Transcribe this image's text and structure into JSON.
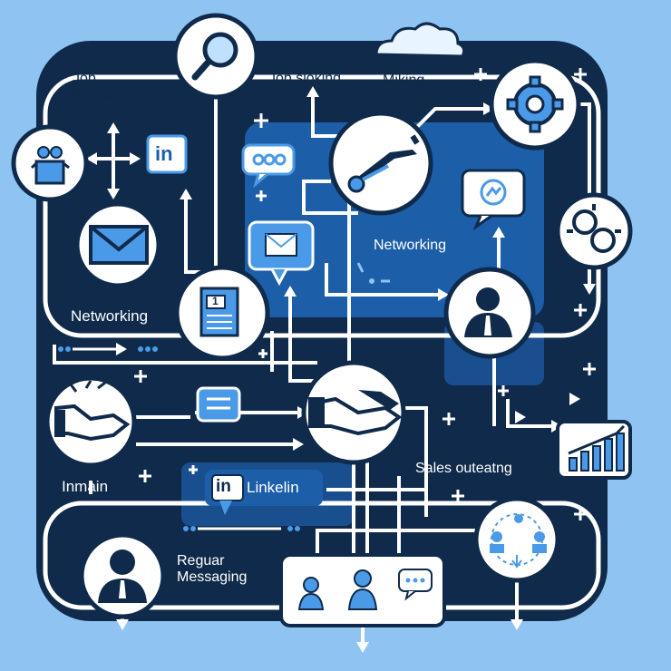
{
  "labels": {
    "job_searching": "Job Searching",
    "job_seeking": "Job sioking",
    "making": "Miking",
    "networking_left": "Networking",
    "networking_center": "Networking",
    "inmain": "Inmain",
    "linkedin_badge": "Linkelin",
    "sales": "Sales outeatng",
    "regular_messaging": "Reguar Messaging"
  },
  "icons": {
    "linkedin_logo": "in",
    "doc_number": "1"
  },
  "colors": {
    "background": "#8fc4f2",
    "panel": "#0f2a4a",
    "accent": "#4a9ae8",
    "line": "#ffffff"
  }
}
